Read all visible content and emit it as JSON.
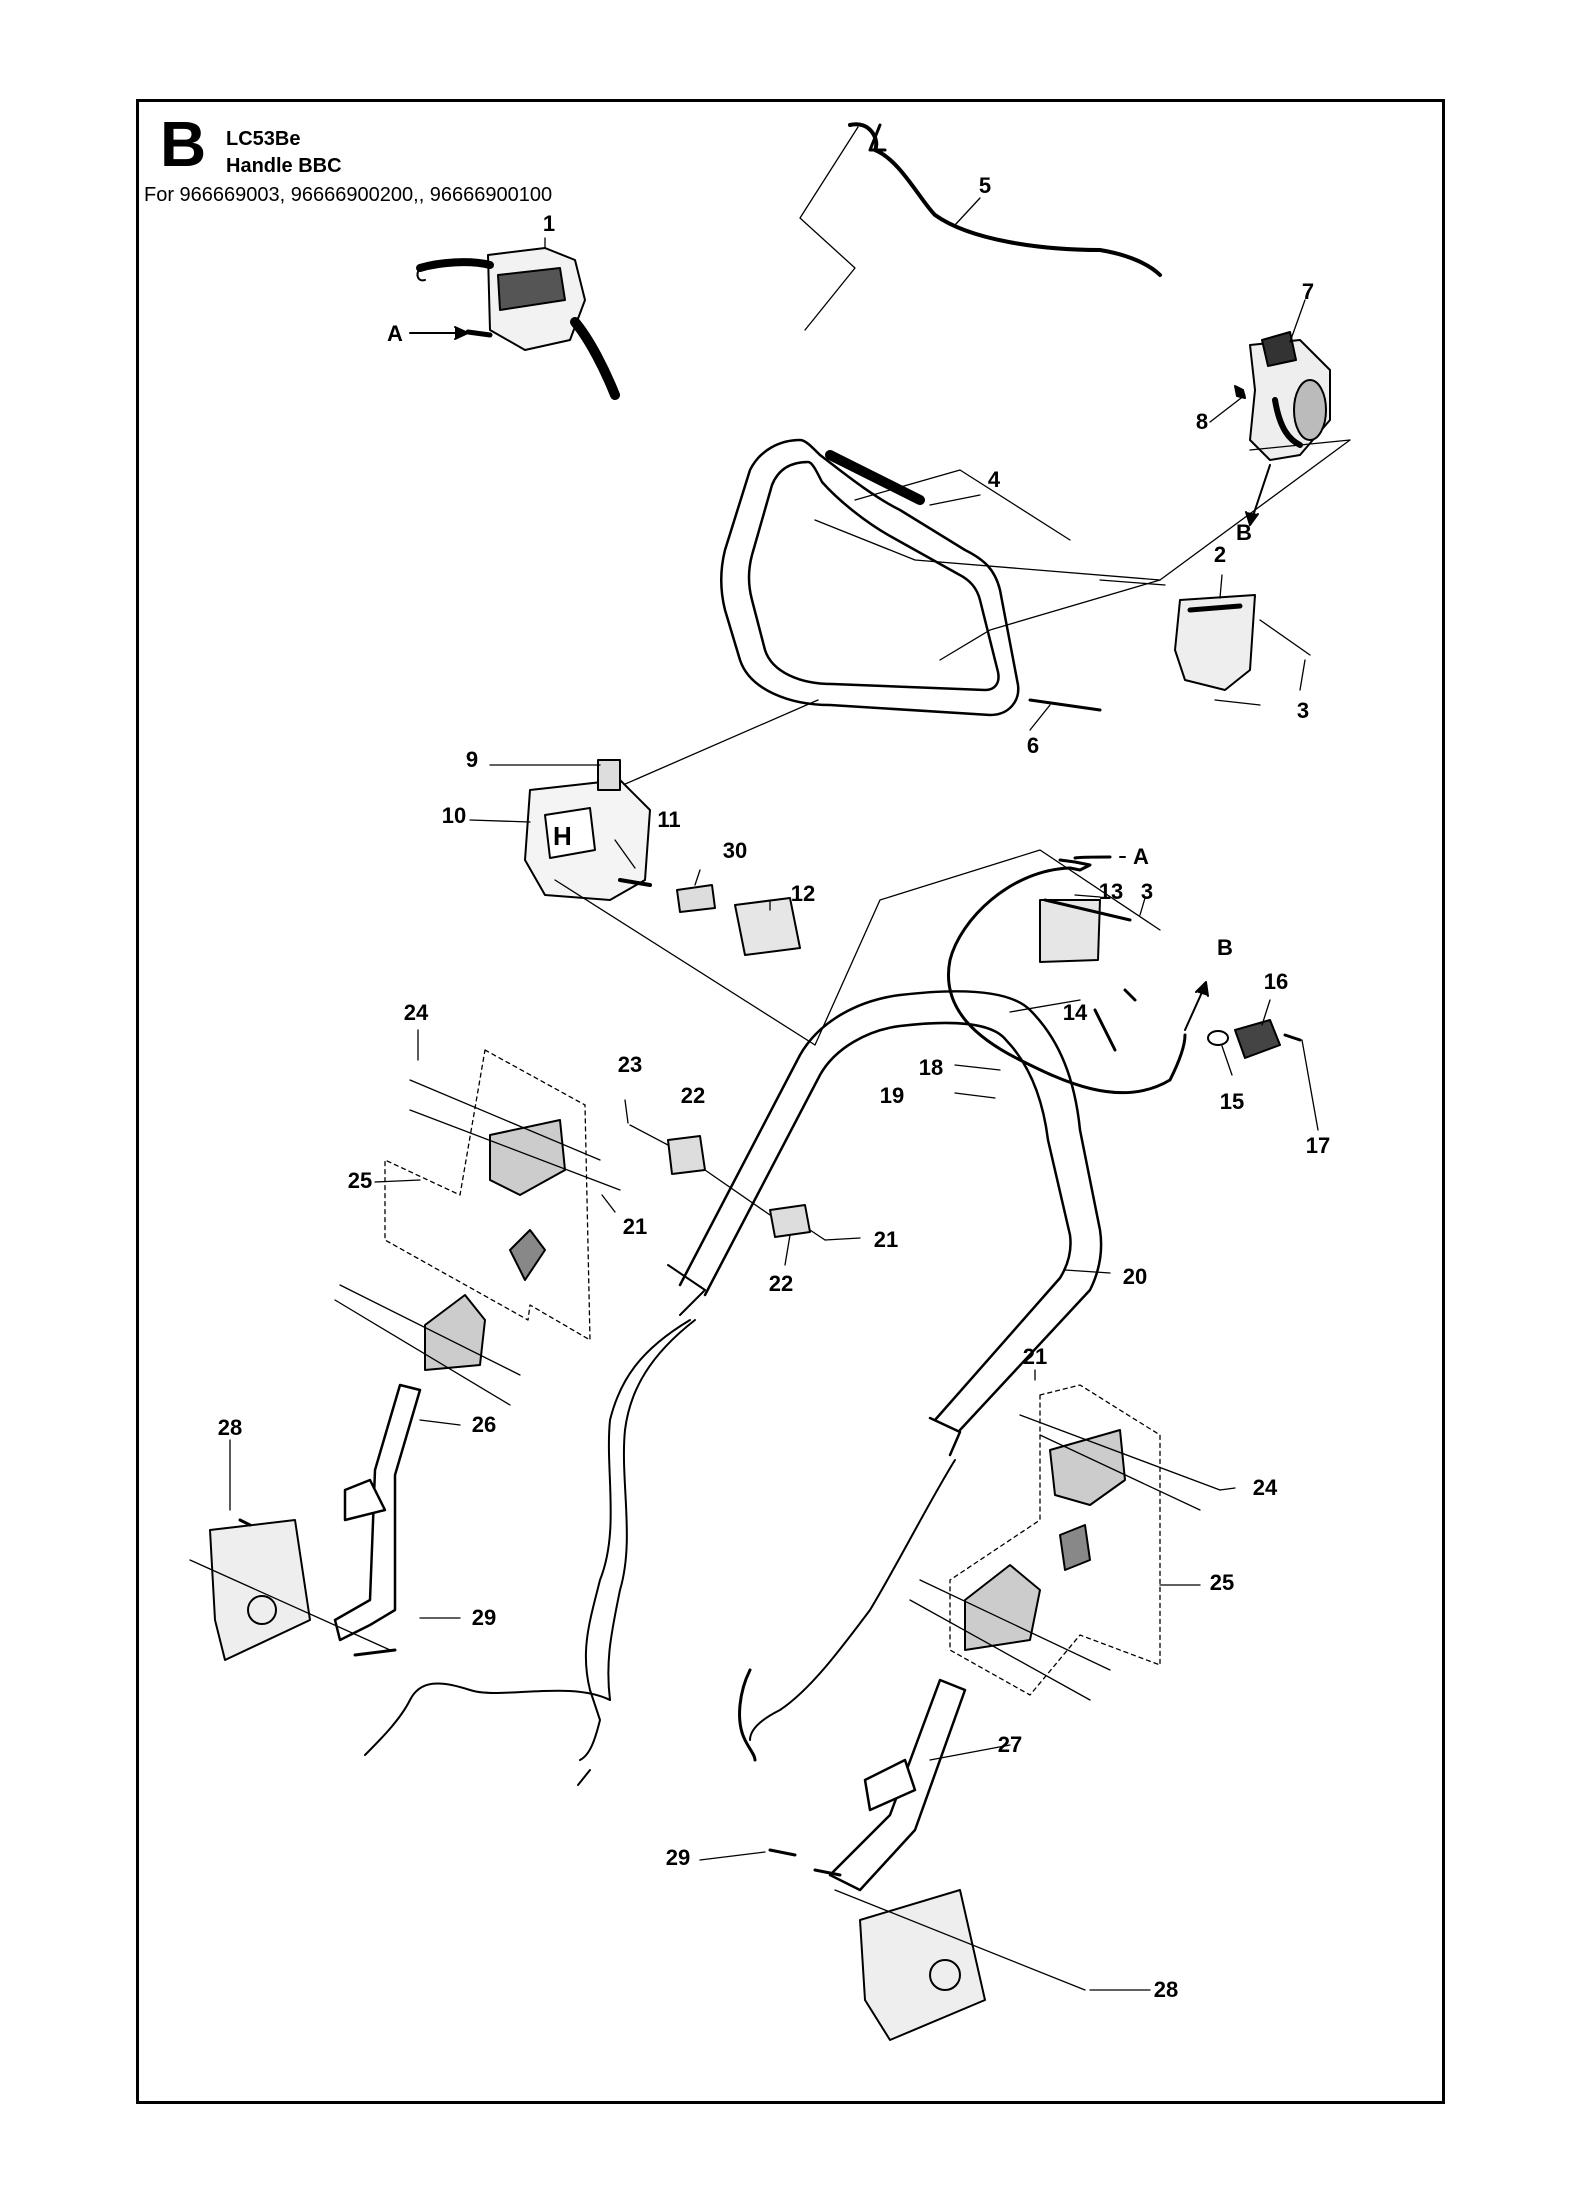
{
  "header": {
    "section_letter": "B",
    "model": "LC53Be",
    "title": "Handle BBC",
    "for_line": "For 966669003, 96666900200,, 96666900100"
  },
  "labels": {
    "p1": "1",
    "p2": "2",
    "p3a": "3",
    "p3b": "3",
    "p4": "4",
    "p5": "5",
    "p6": "6",
    "p7": "7",
    "p8": "8",
    "p9": "9",
    "p10": "10",
    "p11": "11",
    "p12": "12",
    "p13": "13",
    "p14": "14",
    "p15": "15",
    "p16": "16",
    "p17": "17",
    "p18": "18",
    "p19": "19",
    "p20": "20",
    "p21a": "21",
    "p21b": "21",
    "p21c": "21",
    "p22a": "22",
    "p22b": "22",
    "p23": "23",
    "p24a": "24",
    "p24b": "24",
    "p25a": "25",
    "p25b": "25",
    "p26": "26",
    "p27": "27",
    "p28a": "28",
    "p28b": "28",
    "p29a": "29",
    "p29b": "29",
    "p30": "30",
    "refA1": "A",
    "refA2": "A",
    "refB1": "B",
    "refB2": "B"
  }
}
